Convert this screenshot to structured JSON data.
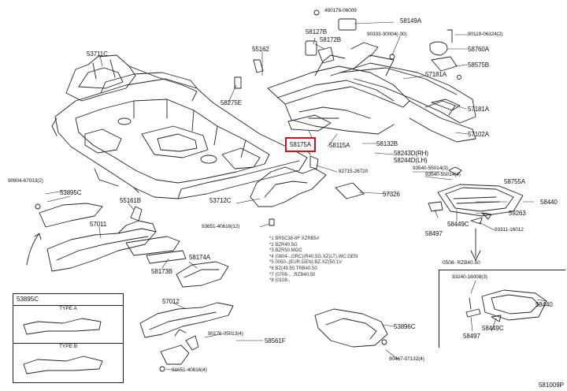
{
  "labels": {
    "p53711c": "53711C",
    "p55162": "55162",
    "p58127b": "58127B",
    "p58172b": "58172B",
    "p58149a": "58149A",
    "p490176": "490176-06009",
    "p90333": "90333-30004(-30)",
    "p90119": "90119-06324(2)",
    "p58760a": "58760A",
    "p58575b": "58575B",
    "p57181a_1": "57181A",
    "p57181a_2": "57181A",
    "p57102a": "57102A",
    "p58275e": "58275E",
    "p58175a": "58175A",
    "p58115a": "58115A",
    "p58132b": "58132B",
    "p58243d": "58243D(RH)",
    "p58244d": "58244D(LH)",
    "p93540_1": "93540-55014(3)",
    "p93540_2": "93540-55014(4)",
    "p82715": "82715-26720",
    "p57326": "57326",
    "p58755a": "58755A",
    "p58440_1": "58440",
    "p59263": "59263",
    "p58449c_1": "58449C",
    "p93311": "93311-16012",
    "p58497_1": "58497",
    "p90904": "90904-67033(2)",
    "p53895c": "53895C",
    "p55161b": "55161B",
    "p57011": "57011",
    "p53712c": "53712C",
    "p93651_1": "93651-40616(12)",
    "p58174a": "58174A",
    "p58173b": "58173B",
    "p57012": "57012",
    "p90176": "90176-05013(4)",
    "p58561f": "58561F",
    "p53896c": "53896C",
    "p90467": "90467-07132(4)",
    "p93651_2": "91651-40616(4)",
    "p93240": "93240-16008(3)",
    "p58440_2": "58440",
    "p58449c_2": "58449C",
    "p58497_2": "58497"
  },
  "notes": [
    "*1 BR5C38-8F XZRB5#",
    "*2 BZR40.5G",
    "*3 BZR50.MOC",
    "*4 (0804-..GRC)(R40.5G,XZ(LT).WC.GEN",
    "*5 0050-,(EUR,GEN).BZ.XZ(50,1V",
    "*6 BZ(49.50.TRB40.50",
    "*7 (0708-,.    ,RZB40.50",
    "*8 (0108-,"
  ],
  "inset": {
    "part": "53895C",
    "type_a": "TYPE A",
    "type_b": "TYPE B"
  },
  "right_box_header": "0508-  RZB40.50",
  "catalog_no": "581009P",
  "highlight_color": "#d0141c"
}
